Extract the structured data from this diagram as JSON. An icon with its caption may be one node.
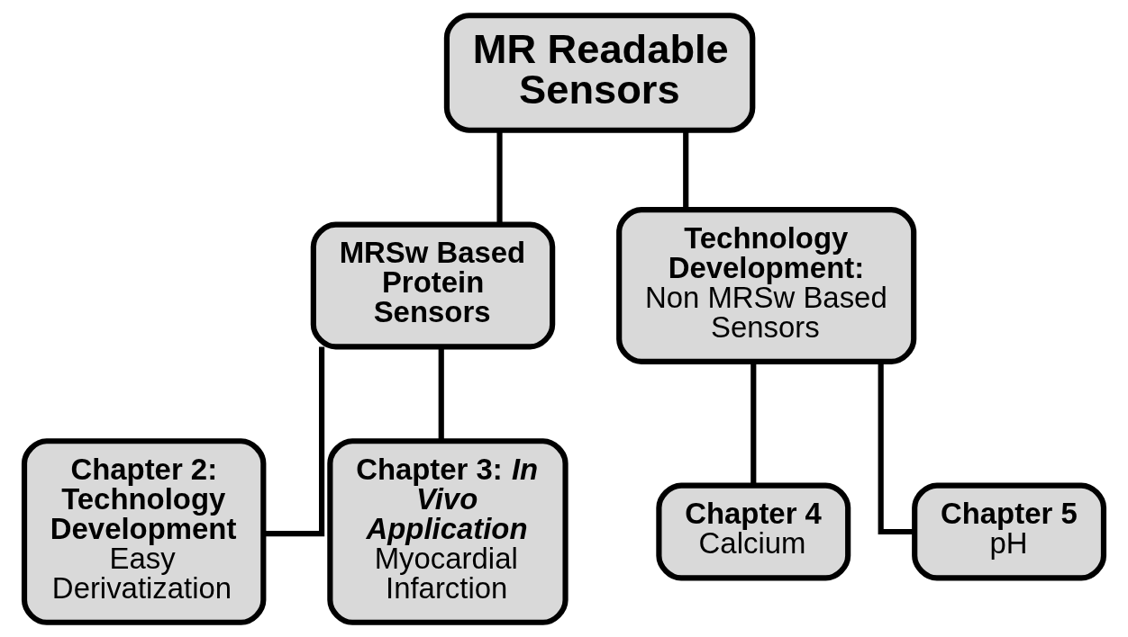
{
  "diagram": {
    "nodes": [
      {
        "text": [
          "MR Readable Sensors"
        ]
      },
      {
        "text": [
          "MRSw Based Protein Sensors"
        ]
      },
      {
        "text": [
          "Technology Development:",
          "Non MRSw Based Sensors"
        ]
      },
      {
        "text": [
          "Chapter 2: Technology Development",
          "Easy Derivatization"
        ]
      },
      {
        "text": [
          "Chapter 3: *In Vivo* Application",
          "Myocardial Infarction"
        ]
      },
      {
        "text": [
          "Chapter 4",
          "Calcium"
        ]
      },
      {
        "text": [
          "Chapter 5",
          "pH"
        ]
      }
    ],
    "edges": [
      {
        "from": 0,
        "to": 1,
        "arrow": "none"
      },
      {
        "from": 0,
        "to": 2,
        "arrow": "none"
      },
      {
        "from": 1,
        "to": 3,
        "arrow": "none"
      },
      {
        "from": 1,
        "to": 4,
        "arrow": "none"
      },
      {
        "from": 2,
        "to": 5,
        "arrow": "none"
      },
      {
        "from": 2,
        "to": 6,
        "arrow": "none"
      }
    ]
  }
}
